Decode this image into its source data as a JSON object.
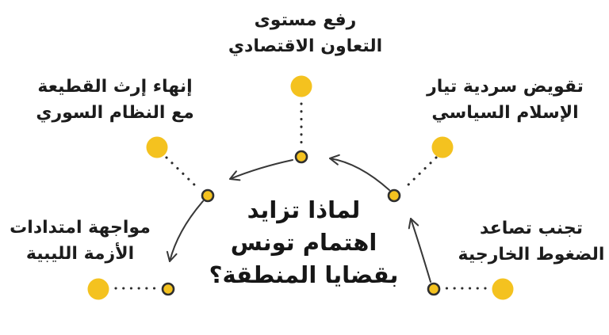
{
  "diagram": {
    "center_question": {
      "line1": "لماذا تزايد",
      "line2": "اهتمام تونس",
      "line3": "بقضايا المنطقة؟"
    },
    "factors": [
      {
        "name": "economic-cooperation",
        "line1": "رفع مستوى",
        "line2": "التعاون الاقتصادي"
      },
      {
        "name": "syrian-regime",
        "line1": "إنهاء إرث القطيعة",
        "line2": "مع النظام السوري"
      },
      {
        "name": "political-islam",
        "line1": "تقويض سردية تيار",
        "line2": "الإسلام السياسي"
      },
      {
        "name": "libyan-crisis",
        "line1": "مواجهة امتدادات",
        "line2": "الأزمة الليبية"
      },
      {
        "name": "external-pressure",
        "line1": "تجنب تصاعد",
        "line2": "الضغوط الخارجية"
      }
    ],
    "colors": {
      "accent_yellow": "#F4C21F",
      "stroke_dark": "#383838",
      "dot_outline": "#2F2F2F",
      "text_dark": "#1C1C1C",
      "background": "#FFFFFF"
    }
  }
}
